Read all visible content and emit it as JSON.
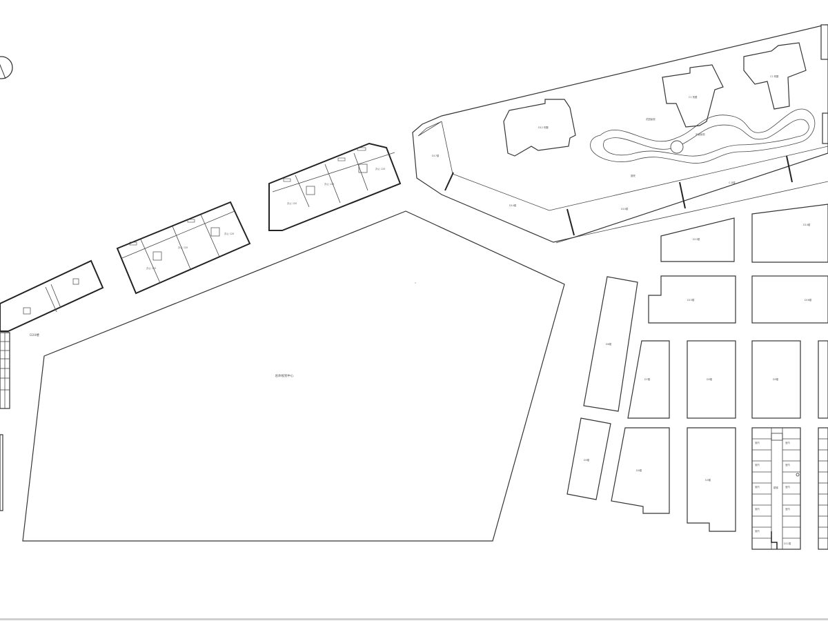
{
  "map": {
    "labels": {
      "central_plaza": "总体规划中心",
      "d20": "D20楼",
      "d17": "D17楼",
      "d14": "D14楼",
      "d10": "D10楼",
      "c_d": "C-D楼",
      "d13": "D13楼",
      "d14r": "D14楼",
      "d15": "D15楼",
      "d16": "D16楼",
      "d8": "D8楼",
      "d7": "D7楼",
      "d9": "D9楼",
      "d5": "D5楼",
      "d4": "D4楼",
      "d3": "D3楼",
      "d11": "D11楼",
      "garden": "花园景观",
      "yard": "庭院",
      "path": "步道景观",
      "villa_a": "D12 别墅",
      "villa_b": "C1 别墅",
      "villa_c": "C2 别墅",
      "unit": "办公 120",
      "room": "室内",
      "stairs": "楼梯"
    }
  }
}
